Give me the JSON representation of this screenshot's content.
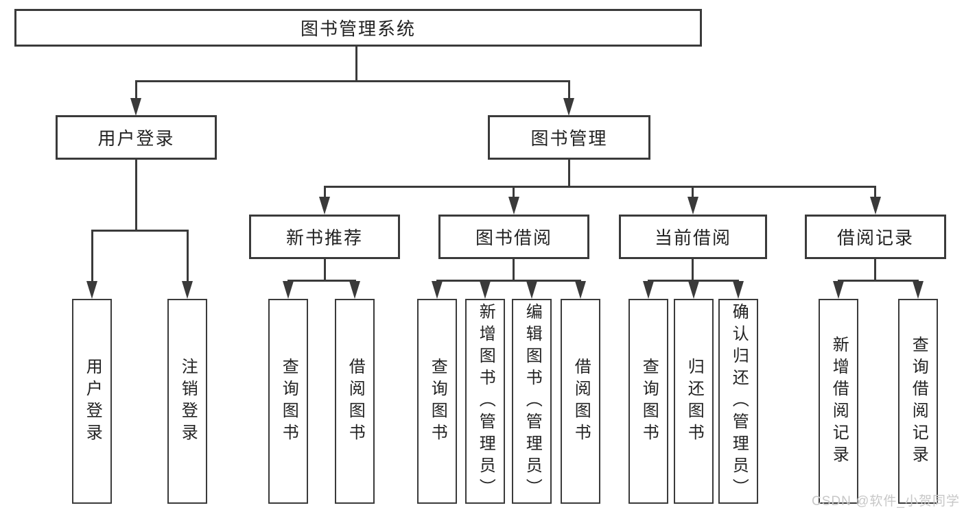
{
  "tree": {
    "label": "图书管理系统",
    "children": [
      {
        "label": "用户登录",
        "children": [
          {
            "label": "用户登录"
          },
          {
            "label": "注销登录"
          }
        ]
      },
      {
        "label": "图书管理",
        "children": [
          {
            "label": "新书推荐",
            "children": [
              {
                "label": "查询图书"
              },
              {
                "label": "借阅图书"
              }
            ]
          },
          {
            "label": "图书借阅",
            "children": [
              {
                "label": "查询图书"
              },
              {
                "label": "新增图书（管理员）"
              },
              {
                "label": "编辑图书（管理员）"
              },
              {
                "label": "借阅图书"
              }
            ]
          },
          {
            "label": "当前借阅",
            "children": [
              {
                "label": "查询图书"
              },
              {
                "label": "归还图书"
              },
              {
                "label": "确认归还（管理员）"
              }
            ]
          },
          {
            "label": "借阅记录",
            "children": [
              {
                "label": "新增借阅记录"
              },
              {
                "label": "查询借阅记录"
              }
            ]
          }
        ]
      }
    ]
  },
  "colors": {
    "line": "#3a3a3a",
    "watermark": "#c7c7c7",
    "background": "#ffffff"
  },
  "watermark": "CSDN @软件_小贺同学"
}
